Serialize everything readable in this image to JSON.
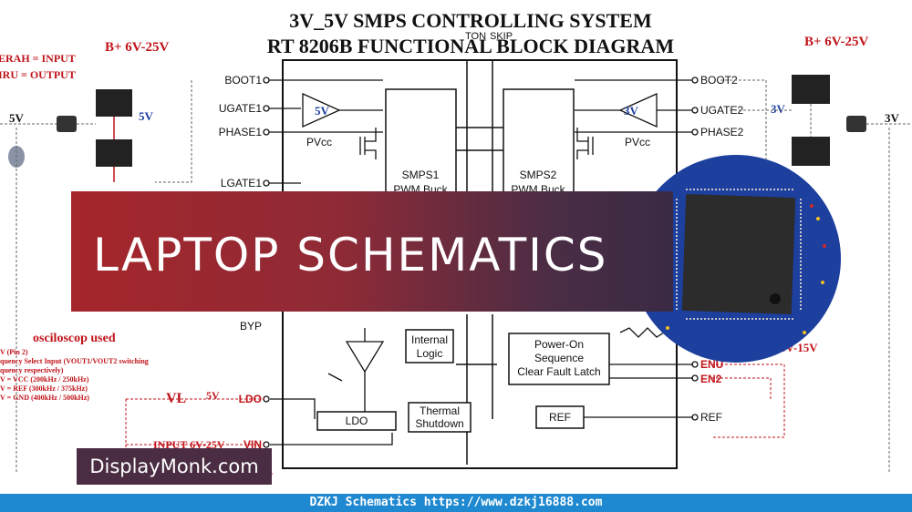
{
  "diagram": {
    "title_line1": "3V_5V SMPS CONTROLLING SYSTEM",
    "title_line2": "RT 8206B FUNCTIONAL BLOCK DIAGRAM",
    "ton_label": "TON",
    "skip_label": "SKIP",
    "legend_input": "ERAH = INPUT",
    "legend_output": "IRU   = OUTPUT",
    "bplus_left": "B+ 6V-25V",
    "bplus_right": "B+ 6V-25V",
    "v5_left": "5V",
    "v5_mid": "5V",
    "v3_right": "3V",
    "v3_mid": "3V",
    "pins_left": [
      "BOOT1",
      "UGATE1",
      "PHASE1",
      "LGATE1",
      "BYP",
      "LDO",
      "VIN"
    ],
    "pins_right": [
      "BOOT2",
      "UGATE2",
      "PHASE2",
      "ENU",
      "EN2",
      "REF"
    ],
    "amp_left": "5V",
    "amp_right": "3V",
    "pvcc": "PVcc",
    "smps1_l1": "SMPS1",
    "smps1_l2": "PWM Buck",
    "smps2_l1": "SMPS2",
    "smps2_l2": "PWM Buck",
    "internal_logic_l1": "Internal",
    "internal_logic_l2": "Logic",
    "power_on_l1": "Power-On",
    "power_on_l2": "Sequence",
    "power_on_l3": "Clear Fault Latch",
    "ldo_block": "LDO",
    "thermal_l1": "Thermal",
    "thermal_l2": "Shutdown",
    "ref_block": "REF",
    "osc_label": "osciloscop used",
    "vl_label": "VL",
    "vl_5v": "5V",
    "input_label": "INPUT 6V-25V",
    "en_volt": "6V-15V",
    "left_notes": [
      "V (Pin 2)",
      "quency Select Input (VOUT1/VOUT2 switching",
      "quency respectively)",
      "V = VCC (200kHz / 250kHz)",
      "V = REF (300kHz / 375kHz)",
      "V = GND (400kHz / 500kHz)"
    ]
  },
  "banner": {
    "title": "LAPTOP SCHEMATICS"
  },
  "brand": {
    "text": "DisplayMonk.com"
  },
  "footer": {
    "text": "DZKJ Schematics https://www.dzkj16888.com"
  },
  "colors": {
    "banner_start": "#a5262b",
    "banner_end": "#3a2a44",
    "brand_bg": "#4a2d42",
    "footer_bg": "#1e88d0",
    "schematic_red": "#c0141b",
    "pcb_blue": "#1d3f9e"
  }
}
